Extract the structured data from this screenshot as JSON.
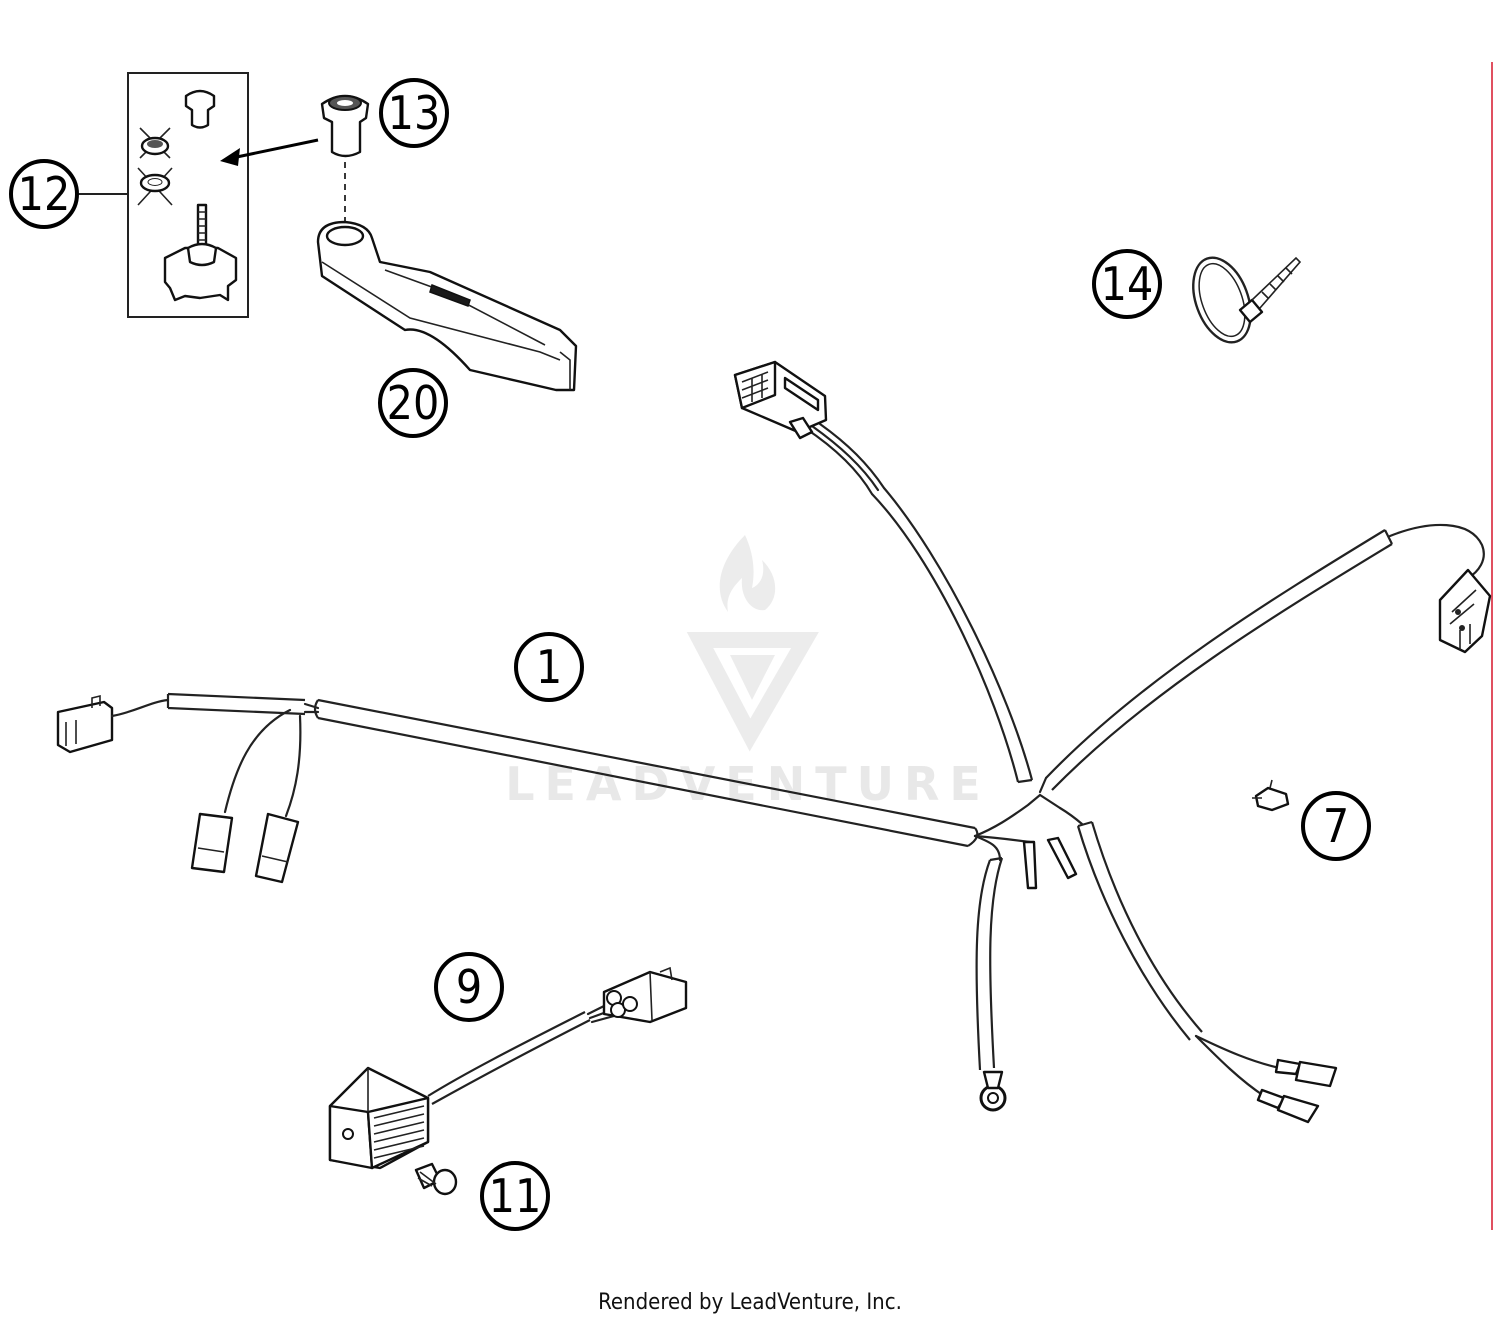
{
  "diagram": {
    "callouts": [
      {
        "id": "c1",
        "label": "1"
      },
      {
        "id": "c7",
        "label": "7"
      },
      {
        "id": "c9",
        "label": "9"
      },
      {
        "id": "c11",
        "label": "11"
      },
      {
        "id": "c12",
        "label": "12"
      },
      {
        "id": "c13",
        "label": "13"
      },
      {
        "id": "c14",
        "label": "14"
      },
      {
        "id": "c20",
        "label": "20"
      }
    ],
    "watermark": "LEADVENTURE",
    "accent_color": "#e05060"
  },
  "footer": {
    "text": "Rendered by LeadVenture, Inc."
  }
}
